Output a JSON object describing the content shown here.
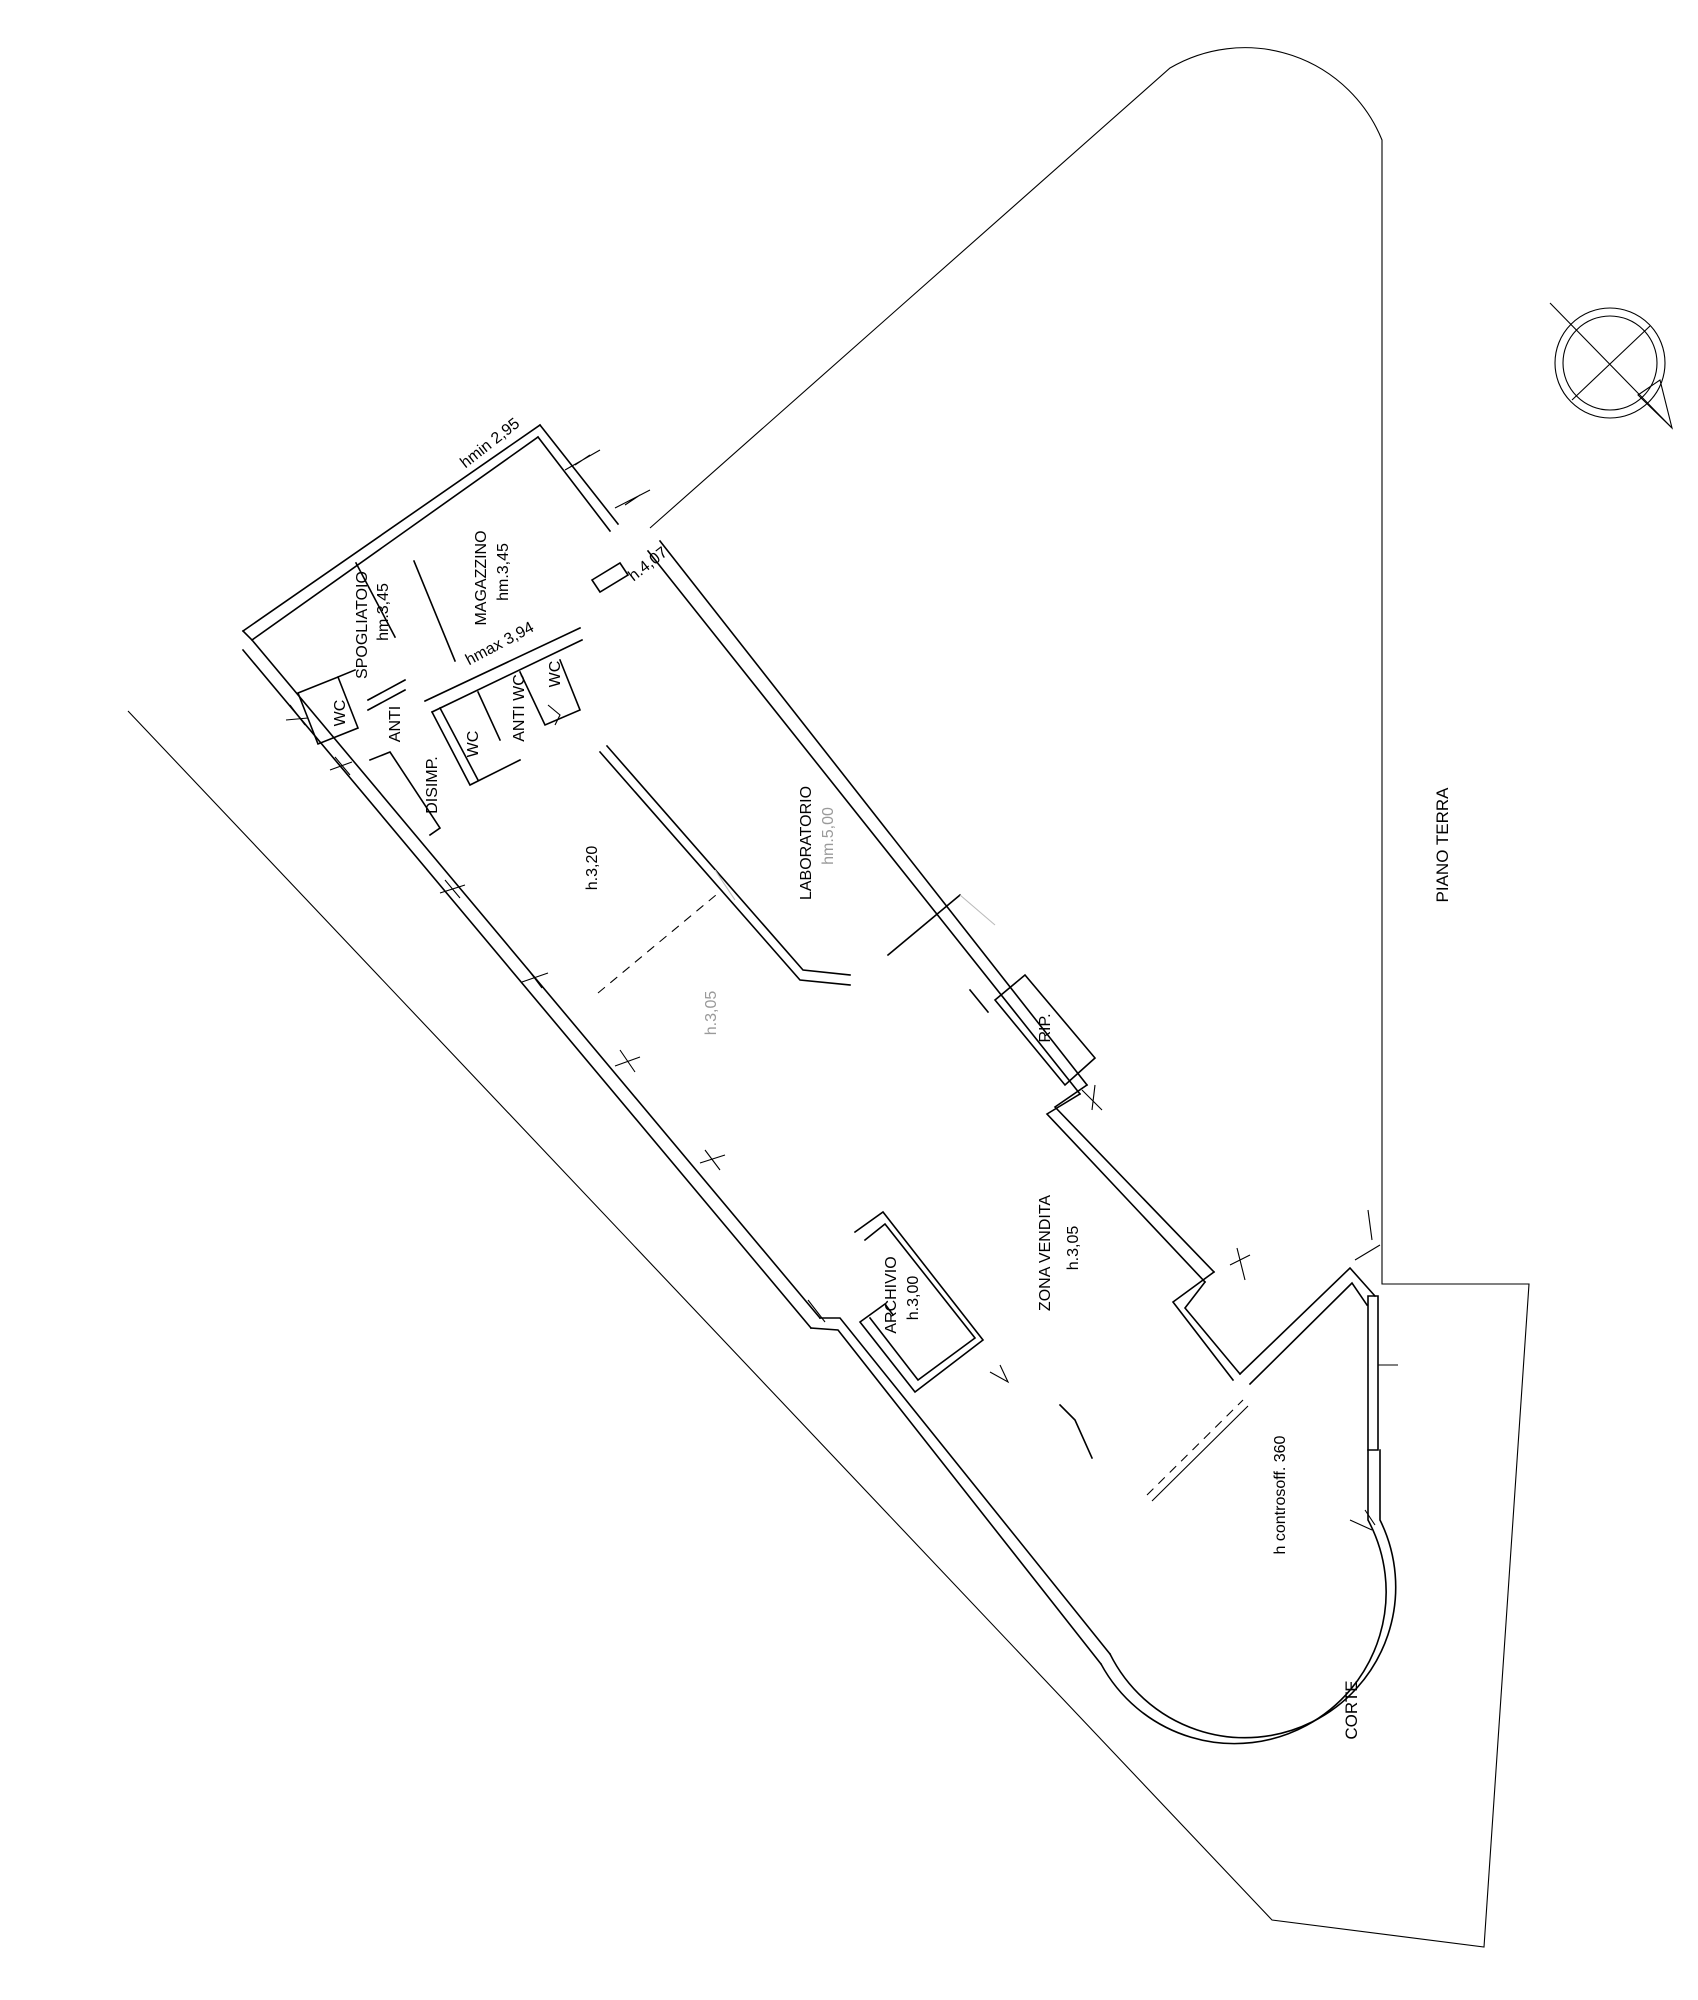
{
  "floor": {
    "title": "PIANO TERRA",
    "outdoor": "CORTE"
  },
  "rooms": {
    "magazzino": {
      "name": "MAGAZZINO",
      "height": "hm.3,45",
      "hmin": "hmin 2,95",
      "hmax": "hmax 3,94"
    },
    "spogliatoio": {
      "name": "SPOGLIATOIO",
      "height": "hm.3,45"
    },
    "wc1": {
      "name": "WC"
    },
    "wc2": {
      "name": "WC"
    },
    "wc3": {
      "name": "WC"
    },
    "anti1": {
      "name": "ANTI"
    },
    "anti_wc": {
      "name": "ANTI WC"
    },
    "disimp": {
      "name": "DISIMP."
    },
    "laboratorio": {
      "name": "LABORATORIO",
      "height": "hm.5,00"
    },
    "area_320": {
      "height": "h.3,20"
    },
    "area_305": {
      "height": "h.3,05"
    },
    "rip": {
      "name": "RIP."
    },
    "archivio": {
      "name": "ARCHIVIO",
      "height": "h.3,00"
    },
    "zona_vendita": {
      "name": "ZONA VENDITA",
      "height": "h.3,05"
    },
    "entrance": {
      "height": "h.4,07"
    },
    "curved_area": {
      "height": "h controsoff. 360"
    }
  }
}
